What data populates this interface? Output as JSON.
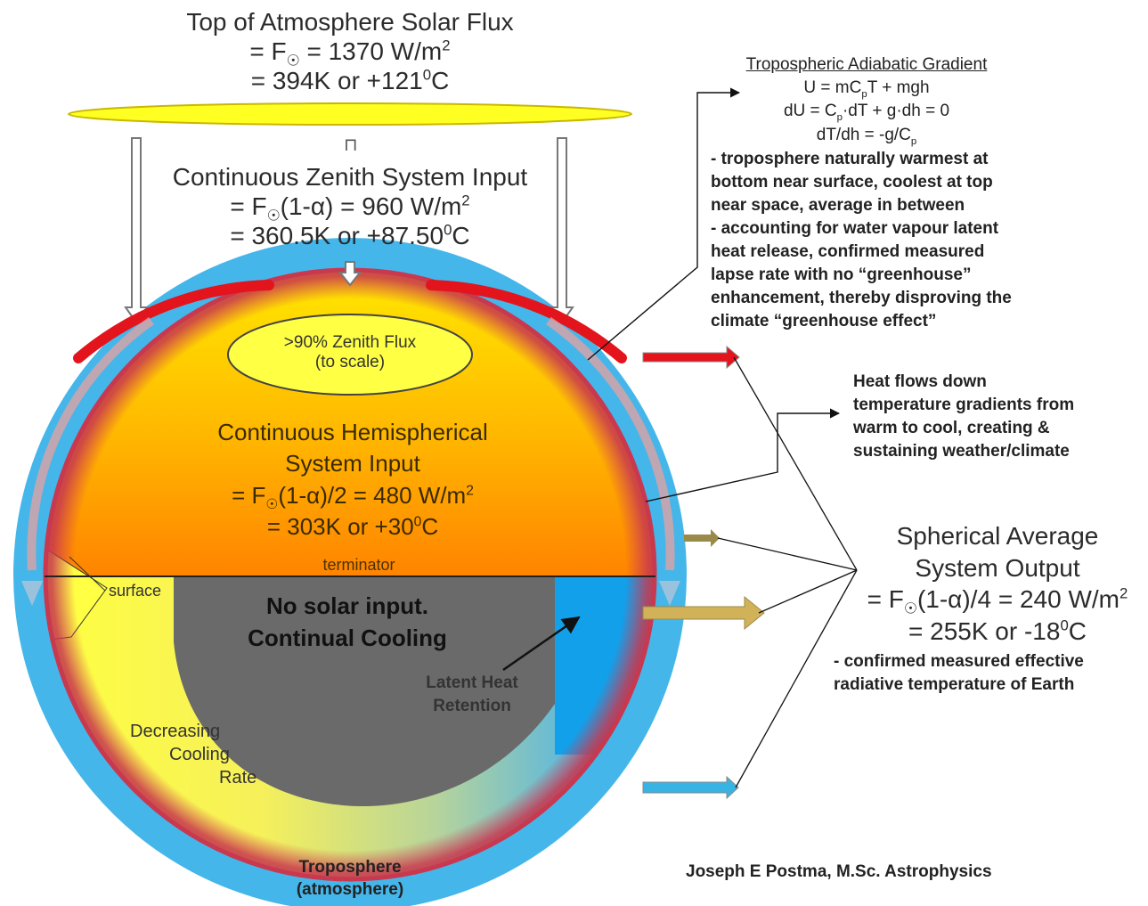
{
  "top": {
    "title": "Top of Atmosphere Solar Flux",
    "line1_prefix": "= F",
    "line1_sub": "☉",
    "line1_rest": " = 1370 W/m",
    "line1_sup": "2",
    "line2_prefix": "= 394K or +121",
    "line2_sup": "0",
    "line2_rest": "C"
  },
  "zenith": {
    "title": "Continuous Zenith System Input",
    "line1_prefix": "= F",
    "line1_sub": "☉",
    "line1_rest": "(1-α) = 960 W/m",
    "line1_sup": "2",
    "line2_prefix": "= 360.5K or +87.50",
    "line2_sup": "0",
    "line2_rest": "C",
    "marker": "⊓"
  },
  "zenith_flux_ellipse": {
    "line1": ">90% Zenith Flux",
    "line2": "(to scale)"
  },
  "hemispherical": {
    "line1": "Continuous Hemispherical",
    "line2": "System Input",
    "line3_prefix": "= F",
    "line3_sub": "☉",
    "line3_rest": "(1-α)/2 = 480 W/m",
    "line3_sup": "2",
    "line4_prefix": "= 303K or +30",
    "line4_sup": "0",
    "line4_rest": "C"
  },
  "terminator_label": "terminator",
  "surface_label": "surface",
  "night": {
    "line1": "No solar input.",
    "line2": "Continual Cooling"
  },
  "latent": {
    "line1": "Latent Heat",
    "line2": "Retention"
  },
  "decreasing": {
    "line1": "Decreasing",
    "line2": "Cooling",
    "line3": "Rate"
  },
  "troposphere": {
    "line1": "Troposphere",
    "line2": "(atmosphere)"
  },
  "adiabatic": {
    "title": "Tropospheric Adiabatic Gradient",
    "eq1_a": "U = mC",
    "eq1_sub": "p",
    "eq1_b": "T + mgh",
    "eq2_a": "dU = C",
    "eq2_sub": "p",
    "eq2_b": "·dT + g·dh = 0",
    "eq3_a": "dT/dh = -g/C",
    "eq3_sub": "p",
    "notes": [
      "- troposphere naturally warmest at",
      "bottom near surface, coolest at top",
      "near space, average in between",
      "- accounting for water vapour latent",
      "heat release, confirmed measured",
      "lapse rate with no “greenhouse”",
      "enhancement, thereby disproving the",
      "climate “greenhouse effect”"
    ]
  },
  "heatflow": {
    "lines": [
      "Heat flows down",
      "temperature gradients from",
      "warm to cool, creating &",
      "sustaining weather/climate"
    ]
  },
  "output": {
    "line1": "Spherical Average",
    "line2": "System Output",
    "line3_prefix": "= F",
    "line3_sub": "☉",
    "line3_rest": "(1-α)/4 = 240 W/m",
    "line3_sup": "2",
    "line4_prefix": "= 255K or -18",
    "line4_sup": "0",
    "line4_rest": "C",
    "notes": [
      "- confirmed measured effective",
      "radiative temperature of Earth"
    ]
  },
  "author": "Joseph E Postma, M.Sc. Astrophysics",
  "colors": {
    "atmosphere": "#45b6ea",
    "day_top": "#ffe200",
    "day_bottom": "#ff8a00",
    "night_core": "#6a6a6a",
    "surface_yellow": "#ffff44",
    "latent_blue": "#1aa0e6",
    "red_arrow": "#e3141c",
    "olive_arrow": "#9a8a4a",
    "tan_arrow": "#d2b258",
    "cyan_arrow": "#38b4e4",
    "sun_ellipse": "#ffff22"
  }
}
